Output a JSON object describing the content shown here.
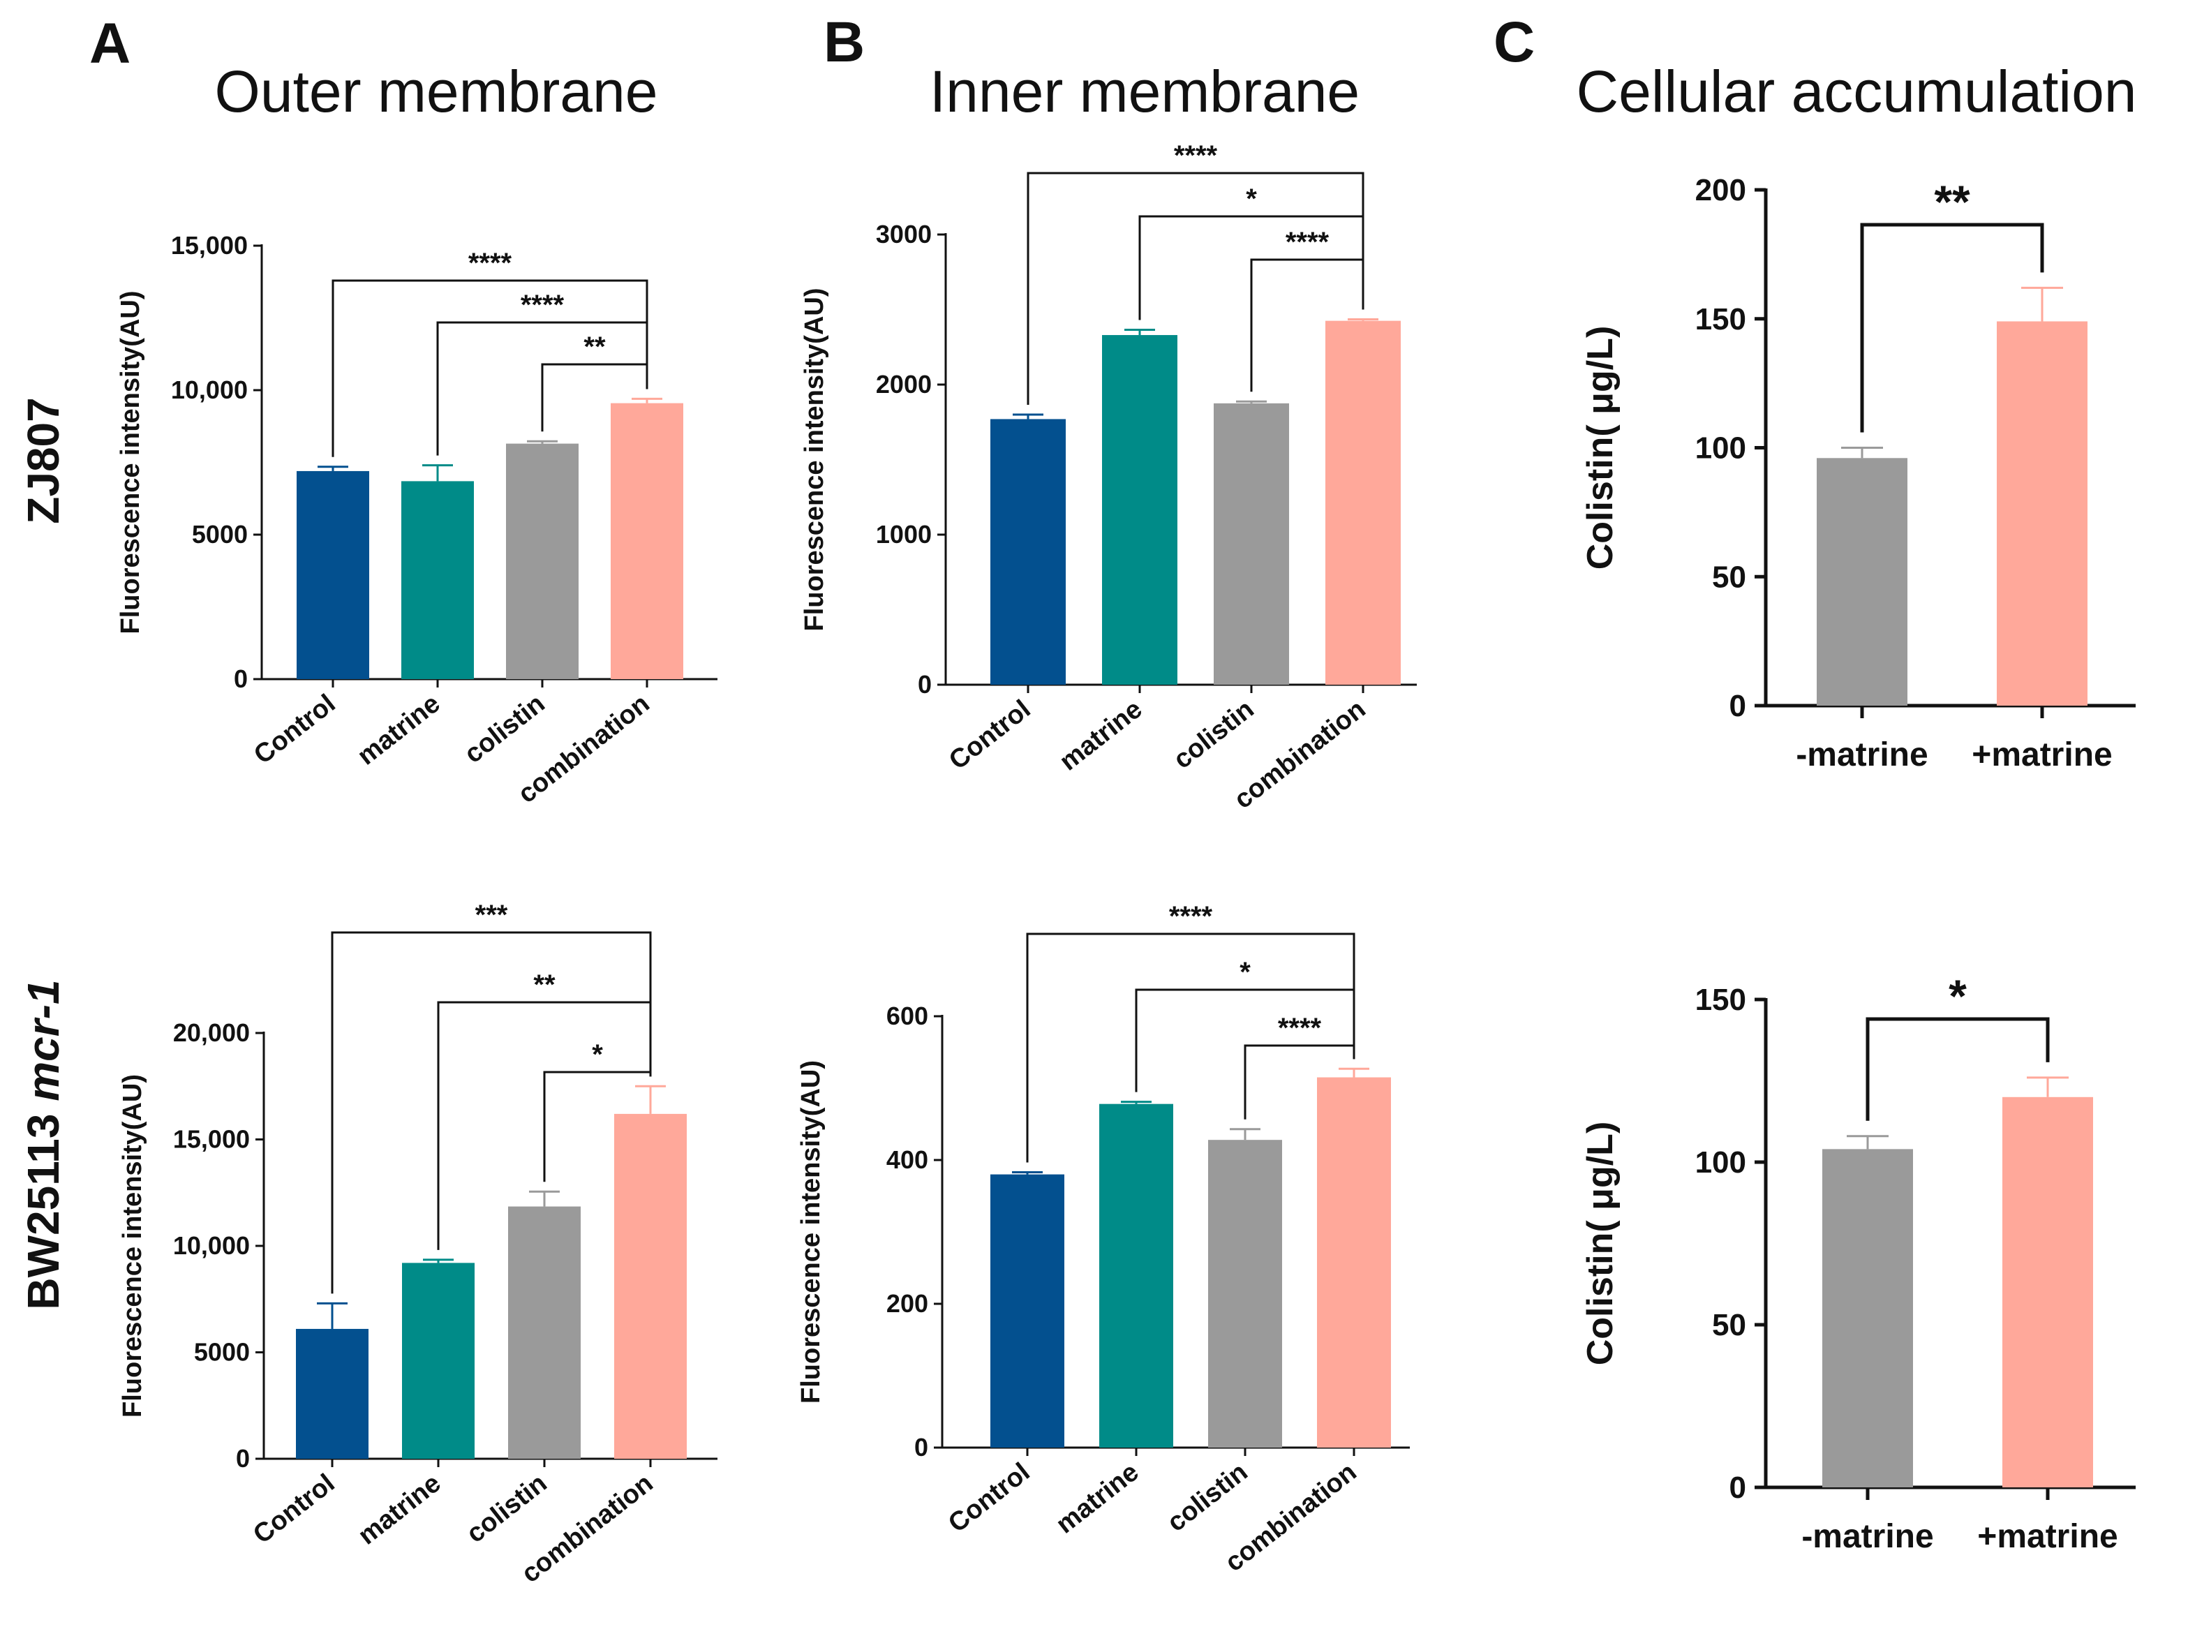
{
  "panel_letters": [
    "A",
    "B",
    "C"
  ],
  "column_titles": [
    "Outer membrane",
    "Inner membrane",
    "Cellular accumulation"
  ],
  "row_labels": [
    {
      "main": "ZJ807",
      "italic": ""
    },
    {
      "main": "BW25113 ",
      "italic": "mcr-1"
    }
  ],
  "colors": {
    "Control": "#03508f",
    "matrine": "#008b88",
    "colistin": "#9a9a9a",
    "combination": "#ffa89a",
    "-matrine": "#9a9a9a",
    "+matrine": "#ffa89a",
    "axis": "#111111"
  },
  "chart_data": [
    {
      "id": "outer-zj807",
      "type": "bar",
      "categories": [
        "Control",
        "matrine",
        "colistin",
        "combination"
      ],
      "values": [
        7200,
        6850,
        8150,
        9550
      ],
      "errors": [
        150,
        550,
        80,
        150
      ],
      "ylabel": "Fluorescence intensity(AU)",
      "ylim": [
        0,
        15000
      ],
      "yticks": [
        0,
        5000,
        10000,
        15000
      ],
      "ytick_labels": [
        "0",
        "5000",
        "10,000",
        "15,000"
      ],
      "significance": [
        {
          "from": 0,
          "to": 3,
          "label": "****"
        },
        {
          "from": 1,
          "to": 3,
          "label": "****"
        },
        {
          "from": 2,
          "to": 3,
          "label": "**"
        }
      ]
    },
    {
      "id": "inner-zj807",
      "type": "bar",
      "categories": [
        "Control",
        "matrine",
        "colistin",
        "combination"
      ],
      "values": [
        1770,
        2330,
        1875,
        2425
      ],
      "errors": [
        30,
        35,
        12,
        10
      ],
      "ylabel": "Fluorescence intensity(AU)",
      "ylim": [
        0,
        3000
      ],
      "yticks": [
        0,
        1000,
        2000,
        3000
      ],
      "ytick_labels": [
        "0",
        "1000",
        "2000",
        "3000"
      ],
      "significance": [
        {
          "from": 0,
          "to": 3,
          "label": "****"
        },
        {
          "from": 1,
          "to": 3,
          "label": "*"
        },
        {
          "from": 2,
          "to": 3,
          "label": "****"
        }
      ]
    },
    {
      "id": "accum-zj807",
      "type": "bar",
      "categories": [
        "-matrine",
        "+matrine"
      ],
      "values": [
        96,
        149
      ],
      "errors": [
        4,
        13
      ],
      "ylabel": "Colistin( μg/L)",
      "ylim": [
        0,
        200
      ],
      "yticks": [
        0,
        50,
        100,
        150,
        200
      ],
      "ytick_labels": [
        "0",
        "50",
        "100",
        "150",
        "200"
      ],
      "significance": [
        {
          "from": 0,
          "to": 1,
          "label": "**"
        }
      ]
    },
    {
      "id": "outer-bw25113",
      "type": "bar",
      "categories": [
        "Control",
        "matrine",
        "colistin",
        "combination"
      ],
      "values": [
        6100,
        9200,
        11850,
        16200
      ],
      "errors": [
        1200,
        150,
        700,
        1300
      ],
      "ylabel": "Fluorescence intensity(AU)",
      "ylim": [
        0,
        20000
      ],
      "yticks": [
        0,
        5000,
        10000,
        15000,
        20000
      ],
      "ytick_labels": [
        "0",
        "5000",
        "10,000",
        "15,000",
        "20,000"
      ],
      "significance": [
        {
          "from": 0,
          "to": 3,
          "label": "***"
        },
        {
          "from": 1,
          "to": 3,
          "label": "**"
        },
        {
          "from": 2,
          "to": 3,
          "label": "*"
        }
      ]
    },
    {
      "id": "inner-bw25113",
      "type": "bar",
      "categories": [
        "Control",
        "matrine",
        "colistin",
        "combination"
      ],
      "values": [
        380,
        478,
        428,
        515
      ],
      "errors": [
        3,
        3,
        15,
        12
      ],
      "ylabel": "Fluorescence intensity(AU)",
      "ylim": [
        0,
        600
      ],
      "yticks": [
        0,
        200,
        400,
        600
      ],
      "ytick_labels": [
        "0",
        "200",
        "400",
        "600"
      ],
      "significance": [
        {
          "from": 0,
          "to": 3,
          "label": "****"
        },
        {
          "from": 1,
          "to": 3,
          "label": "*"
        },
        {
          "from": 2,
          "to": 3,
          "label": "****"
        }
      ]
    },
    {
      "id": "accum-bw25113",
      "type": "bar",
      "categories": [
        "-matrine",
        "+matrine"
      ],
      "values": [
        104,
        120
      ],
      "errors": [
        4,
        6
      ],
      "ylabel": "Colistin( μg/L)",
      "ylim": [
        0,
        150
      ],
      "yticks": [
        0,
        50,
        100,
        150
      ],
      "ytick_labels": [
        "0",
        "50",
        "100",
        "150"
      ],
      "significance": [
        {
          "from": 0,
          "to": 1,
          "label": "*"
        }
      ]
    }
  ]
}
